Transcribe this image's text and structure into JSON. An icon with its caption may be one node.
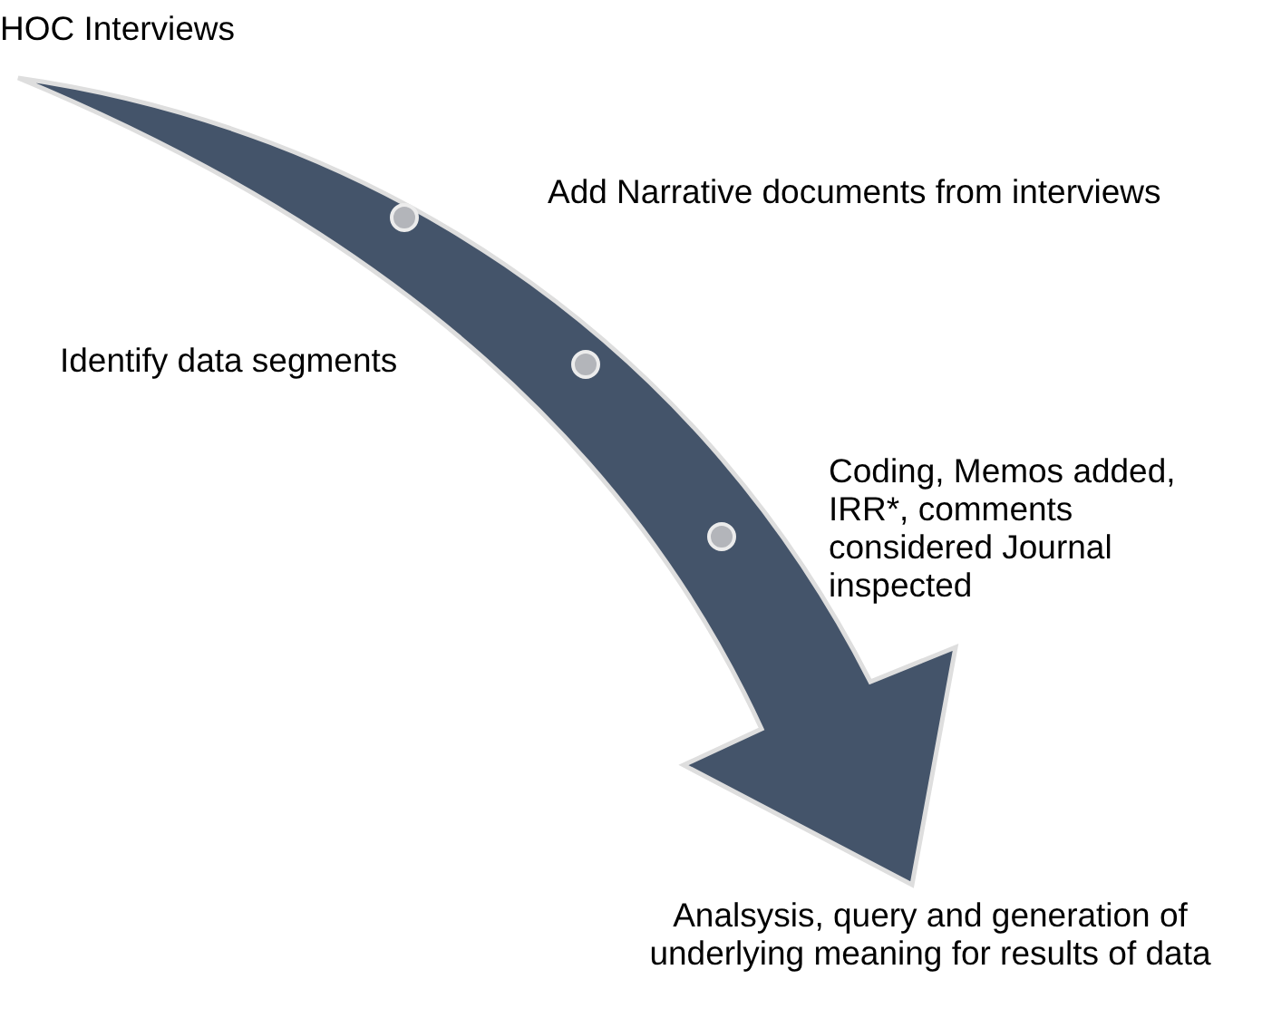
{
  "diagram": {
    "labels": [
      "HOC Interviews",
      "Add Narrative documents from interviews",
      "Identify data segments",
      "Coding, Memos added, IRR*, comments considered Journal inspected",
      "Analsysis, query and generation of underlying meaning for results of data"
    ]
  }
}
